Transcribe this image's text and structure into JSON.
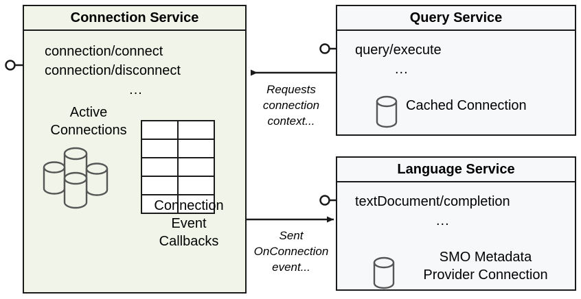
{
  "diagram": {
    "type": "component-diagram",
    "colors": {
      "connection_service_fill": "#F1F4E9",
      "service_fill": "#F7F8FA",
      "stroke": "#1A1A1A",
      "table_fill": "#FFFFFF",
      "cylinder_stroke": "#555555"
    }
  },
  "connection_service": {
    "title": "Connection Service",
    "operations": [
      "connection/connect",
      "connection/disconnect"
    ],
    "ellipsis": "...",
    "active_connections_label": "Active\nConnections",
    "active_connections_label_lines": [
      "Active",
      "Connections"
    ],
    "callbacks_label_lines": [
      "Connection",
      "Event",
      "Callbacks"
    ],
    "callbacks_table": {
      "rows": 5,
      "columns": 2,
      "cells": [
        [
          "",
          ""
        ],
        [
          "",
          ""
        ],
        [
          "",
          ""
        ],
        [
          "",
          ""
        ],
        [
          "",
          ""
        ]
      ]
    },
    "cylinder_stack_icon": "database-stack-icon",
    "interface_socket": "provided-interface-lollipop"
  },
  "query_service": {
    "title": "Query Service",
    "operations": [
      "query/execute"
    ],
    "ellipsis": "...",
    "resource_label": "Cached Connection",
    "cylinder_icon": "database-icon",
    "interface_socket": "provided-interface-lollipop"
  },
  "language_service": {
    "title": "Language Service",
    "operations": [
      "textDocument/completion"
    ],
    "ellipsis": "...",
    "resource_label_lines": [
      "SMO Metadata",
      "Provider Connection"
    ],
    "cylinder_icon": "database-icon",
    "interface_socket": "provided-interface-lollipop"
  },
  "edges": [
    {
      "id": "query-to-connection",
      "from": "Query Service",
      "to": "Connection Service",
      "direction": "left",
      "label_lines": [
        "Requests",
        "connection",
        "context..."
      ],
      "label": "Requests connection context..."
    },
    {
      "id": "connection-to-language",
      "from": "Connection Service",
      "to": "Language Service",
      "direction": "right",
      "label_lines": [
        "Sent",
        "OnConnection",
        "event..."
      ],
      "label": "Sent OnConnection event..."
    }
  ]
}
